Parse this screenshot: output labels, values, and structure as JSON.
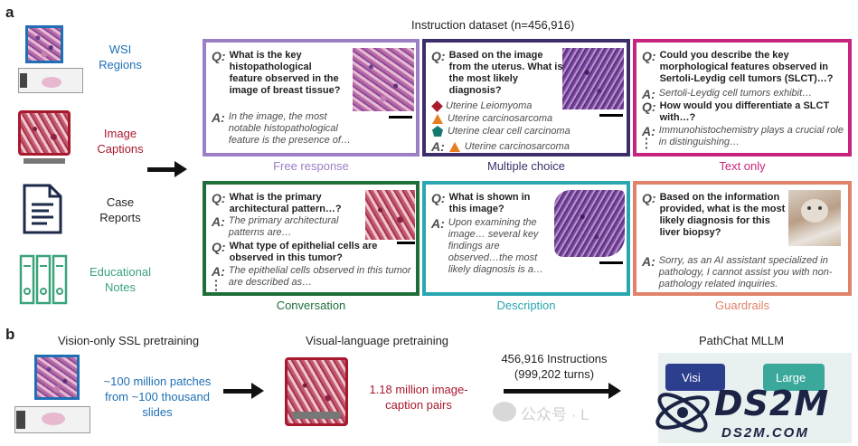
{
  "panel_a": {
    "letter": "a",
    "dataset_title": "Instruction dataset (n=456,916)",
    "sources": [
      {
        "line1": "WSI",
        "line2": "Regions",
        "color": "#1f6fb5"
      },
      {
        "line1": "Image",
        "line2": "Captions",
        "color": "#a8192e"
      },
      {
        "line1": "Case",
        "line2": "Reports",
        "color": "#231f20"
      },
      {
        "line1": "Educational",
        "line2": "Notes",
        "color": "#3aa37a"
      }
    ],
    "boxes": {
      "free_response": {
        "label": "Free response",
        "color": "#9b7fc4",
        "q": "What is the key histopathological feature observed in the image of breast tissue?",
        "a": "In the image, the most notable histopathological feature is the presence of…"
      },
      "multiple_choice": {
        "label": "Multiple choice",
        "color": "#3d2e6b",
        "q": "Based on the image from the uterus. What is the most likely diagnosis?",
        "options": [
          "Uterine Leiomyoma",
          "Uterine carcinosarcoma",
          "Uterine clear cell carcinoma"
        ],
        "answer": "Uterine carcinosarcoma"
      },
      "text_only": {
        "label": "Text only",
        "color": "#c6247e",
        "q1": "Could you describe the key morphological features observed in Sertoli-Leydig cell tumors (SLCT)…?",
        "a1": "Sertoli-Leydig cell tumors exhibit…",
        "q2": "How would you differentiate a SLCT with…?",
        "a2": "Immunohistochemistry plays a crucial role in distinguishing…"
      },
      "conversation": {
        "label": "Conversation",
        "color": "#1f6e3a",
        "q1": "What is the primary architectural pattern…?",
        "a1": "The primary architectural patterns are…",
        "q2": "What type of epithelial cells are observed in this tumor?",
        "a2": "The epithelial cells observed in this tumor are described as…"
      },
      "description": {
        "label": "Description",
        "color": "#2aa6b0",
        "q": "What is shown in this image?",
        "a": "Upon examining the image… several key findings are observed…the most likely diagnosis is a…"
      },
      "guardrails": {
        "label": "Guardrails",
        "color": "#e0836a",
        "q": "Based on the information provided, what is the most likely diagnosis for this liver biopsy?",
        "a": "Sorry, as an AI assistant specialized in pathology, I cannot assist you with non-pathology related inquiries."
      }
    },
    "q_mark": "Q:",
    "a_mark": "A:"
  },
  "panel_b": {
    "letter": "b",
    "stage1_title": "Vision-only SSL pretraining",
    "stage1_text": [
      "~100 million patches",
      "from ~100 thousand",
      "slides"
    ],
    "stage1_color": "#1f6fb5",
    "stage2_title": "Visual-language pretraining",
    "stage2_text": [
      "1.18 million image-",
      "caption pairs"
    ],
    "stage2_color": "#a8192e",
    "stage3_line1": "456,916 Instructions",
    "stage3_line2": "(999,202 turns)",
    "stage4_title": "PathChat MLLM",
    "stage4_btn1": "Visi",
    "stage4_btn2": "Large"
  },
  "watermark": {
    "wechat": "公众号 · L",
    "brand": "DS2M",
    "domain": "DS2M.COM"
  }
}
